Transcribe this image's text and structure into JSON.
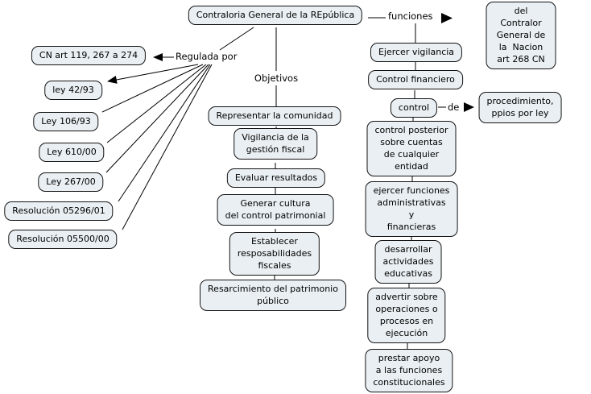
{
  "title": "Contraloria General de la REpública",
  "colors": {
    "node_fill": "#e9eff3",
    "node_border": "#141414",
    "line": "#000000",
    "background": "#ffffff"
  },
  "links": {
    "regulada_por": "Regulada por",
    "objetivos": "Objetivos",
    "funciones": "funciones",
    "de": "de"
  },
  "nodes": {
    "root": "Contraloria General de la REpública",
    "contralor": "del Contralor General de\nla  Nacion art 268 CN",
    "cn_art": "CN art 119, 267 a 274",
    "ley_42_93": "ley 42/93",
    "ley_106_93": "Ley 106/93",
    "ley_610_00": "Ley 610/00",
    "ley_267_00": "Ley 267/00",
    "resolucion_05296_01": "Resolución 05296/01",
    "resolucion_05500_00": "Resolución 05500/00",
    "representar": "Representar la comunidad",
    "vigilancia": "Vigilancia de la\ngestión fiscal",
    "evaluar": "Evaluar resultados",
    "generar": "Generar cultura\ndel control patrimonial",
    "establecer": "Establecer\nresposabilidades\nfiscales",
    "resarcimiento": "Resarcimiento del patrimonio\npúblico",
    "ejercer_vigilancia": "Ejercer vigilancia",
    "control_financiero": "Control financiero",
    "control": "control",
    "procedimiento": "procedimiento,\nppios por ley",
    "control_posterior": "control posterior\nsobre cuentas\nde cualquier\nentidad",
    "ejercer_funciones": "ejercer funciones\nadministrativas\ny\nfinancieras",
    "desarrollar": "desarrollar\nactividades\neducativas",
    "advertir": "advertir sobre\noperaciones o\nprocesos en\nejecución",
    "prestar": "prestar apoyo\na las funciones\nconstitucionales"
  }
}
